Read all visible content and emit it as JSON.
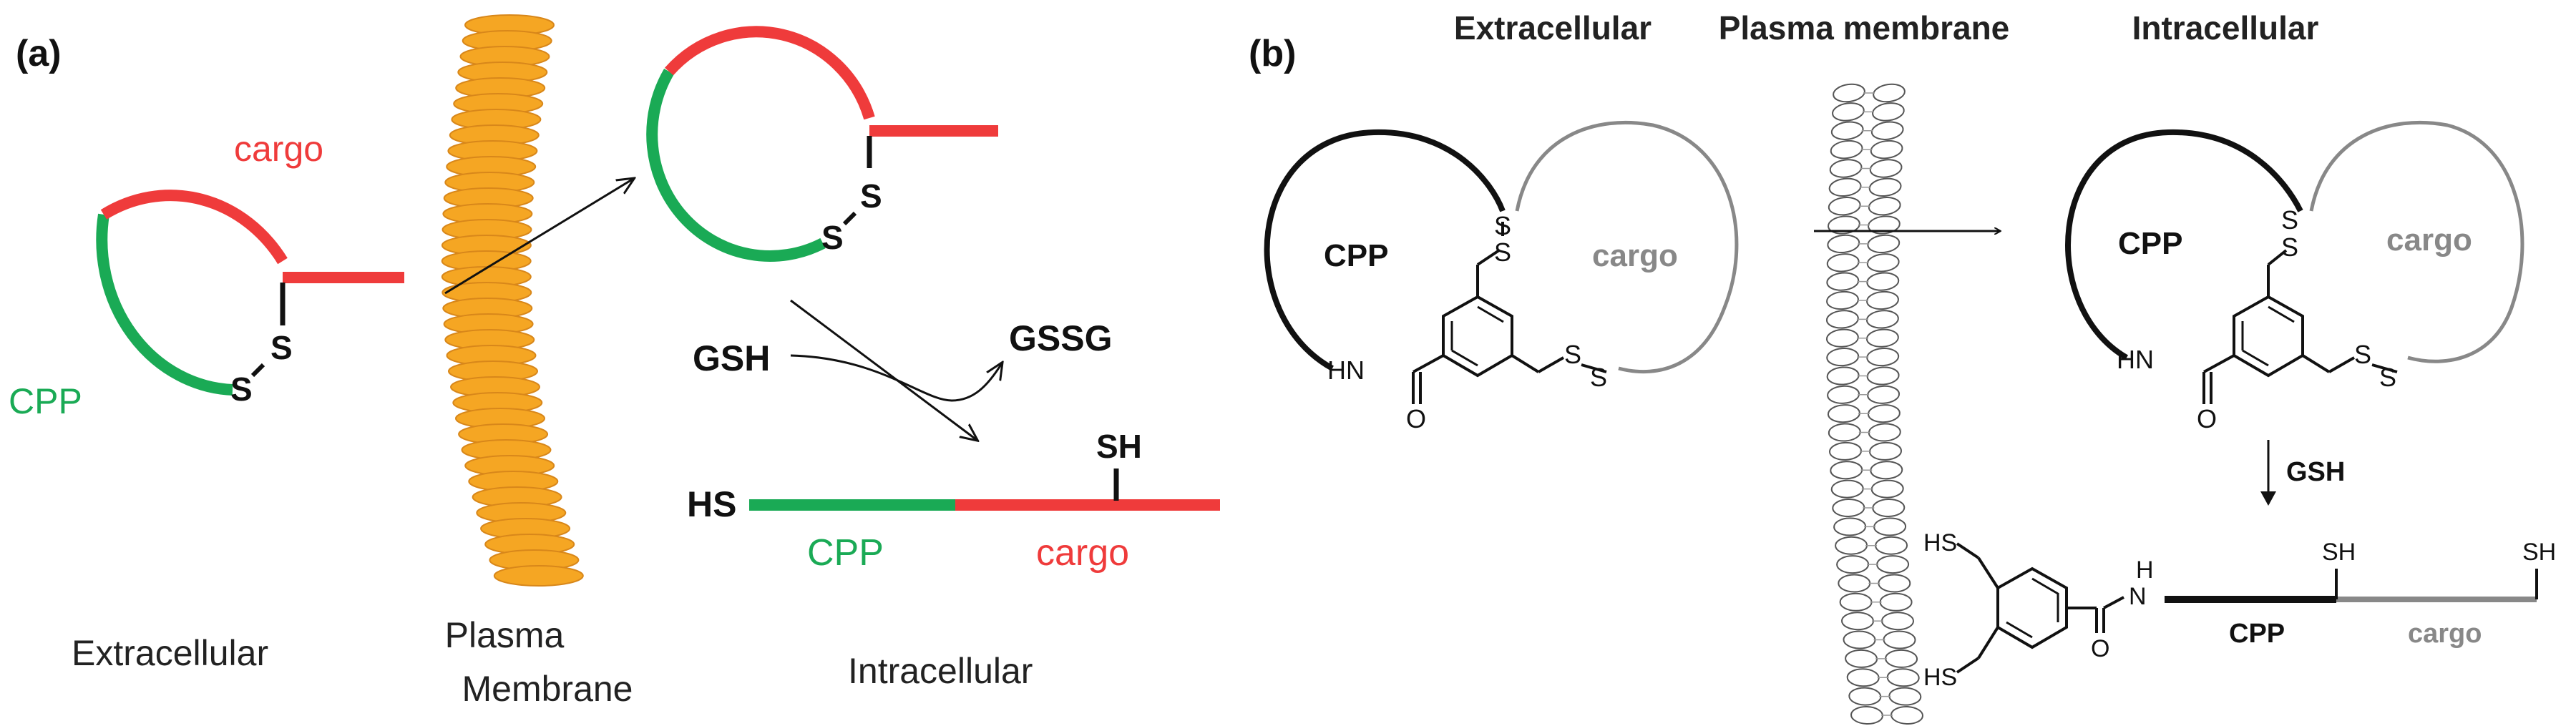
{
  "panel_a": {
    "label": "(a)",
    "cargo_top": "cargo",
    "cpp_left": "CPP",
    "s_label": "S",
    "gsh": "GSH",
    "gssg": "GSSG",
    "sh": "SH",
    "hs": "HS",
    "cpp_linear": "CPP",
    "cargo_linear": "cargo",
    "extracellular": "Extracellular",
    "membrane_line1": "Plasma",
    "membrane_line2": "Membrane",
    "intracellular": "Intracellular"
  },
  "panel_b": {
    "label": "(b)",
    "extracellular": "Extracellular",
    "membrane": "Plasma membrane",
    "intracellular": "Intracellular",
    "cpp": "CPP",
    "cargo": "cargo",
    "s_label": "S",
    "hn": "HN",
    "o": "O",
    "gsh": "GSH",
    "hs": "HS",
    "sh": "SH",
    "nh_h": "H",
    "nh_n": "N",
    "cpp_linear": "CPP",
    "cargo_linear": "cargo"
  },
  "colors": {
    "cpp_green": "#1aaa55",
    "cargo_red": "#ef3b3b",
    "membrane_orange": "#f5a623",
    "black": "#111111",
    "gray": "#888888"
  }
}
